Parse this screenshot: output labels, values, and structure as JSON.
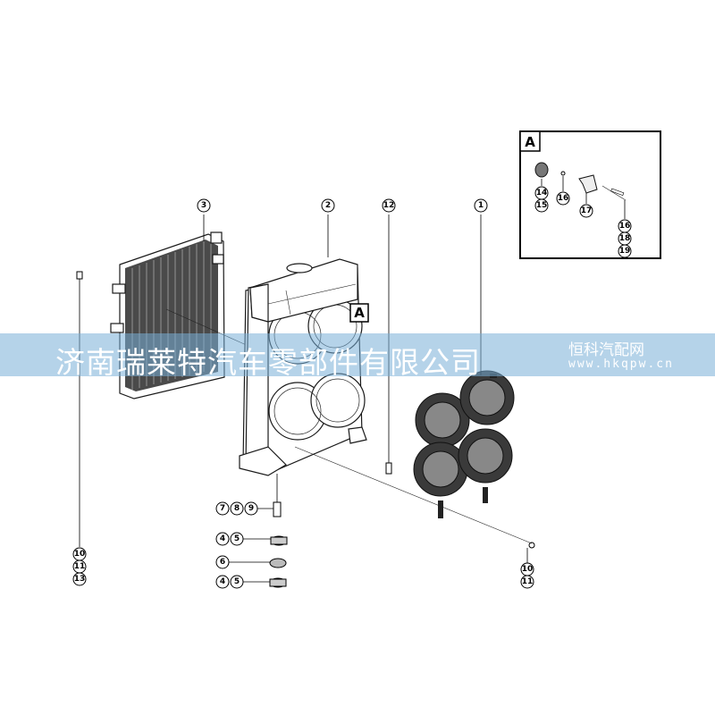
{
  "detail_label": "A",
  "main_label": "A",
  "callouts": {
    "c1": "1",
    "c2": "2",
    "c3": "3",
    "c12": "12",
    "d14": "14",
    "d15": "15",
    "d16a": "16",
    "d17": "17",
    "d16b": "16",
    "d18": "18",
    "d19": "19",
    "l10": "10",
    "l11": "11",
    "l13": "13",
    "s7": "7",
    "s8": "8",
    "s9": "9",
    "a4": "4",
    "a5": "5",
    "b6": "6",
    "c4": "4",
    "c5": "5",
    "r10": "10",
    "r11": "11"
  },
  "watermark": {
    "company": "济南瑞莱特汽车零部件有限公司",
    "site_name": "恒科汽配网",
    "url": "www.hkqpw.cn"
  },
  "colors": {
    "banner": "#78afd7",
    "line": "#000000"
  }
}
